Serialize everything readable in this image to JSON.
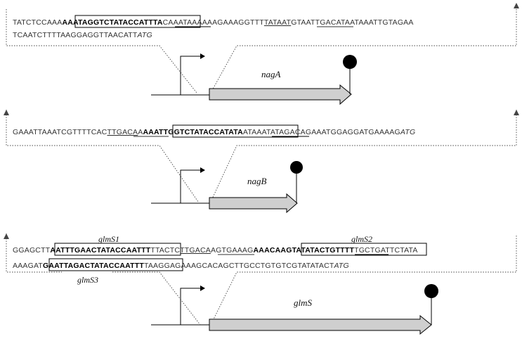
{
  "nagA": {
    "gene": "nagA",
    "line1": {
      "pre": "TATCTCCAAA",
      "boxed": "AAATAGGTCTATACCATTTA",
      "mid": "CAAATAAAAAAGAAAGGTTT",
      "ul": "TATAAT",
      "post": "GTAATTGACATAATAAATTGTAGAA"
    },
    "line2": {
      "pre": "TCAATCTTTTAAGGAGGTTAACATT",
      "atg": "ATG"
    }
  },
  "nagB": {
    "gene": "nagB",
    "line1": {
      "pre": "GAAATTAAATCGTTTTCAC",
      "ul1": "TTGACA",
      "mid": "A",
      "boxed": "AAATTGGTCTATACCATATA",
      "post": "ATAAATATAGACAGAAATGGAGGATGAAAAG",
      "atg": "ATG"
    }
  },
  "glmS": {
    "gene": "glmS",
    "site1": "glmS1",
    "site2": "glmS2",
    "site3": "glmS3",
    "line1": {
      "pre": "GGAGCTT",
      "box1": "AATTTGAACTATACCAATTT",
      "mid1": "TTACTC",
      "ul1": "TTGACA",
      "mid2": "AGTGAAAG",
      "box2": "AAACAAGTATATACTGTTTT",
      "post": "TGCTGATTCTATA"
    },
    "line2": {
      "pre": "AAAGAT",
      "box3": "GAATTAGACTATACCAATTT",
      "mid": "TAAGGAGAAAGCACAGCTTGCCTGTGTCGTATATACT",
      "atg": "ATG"
    }
  }
}
